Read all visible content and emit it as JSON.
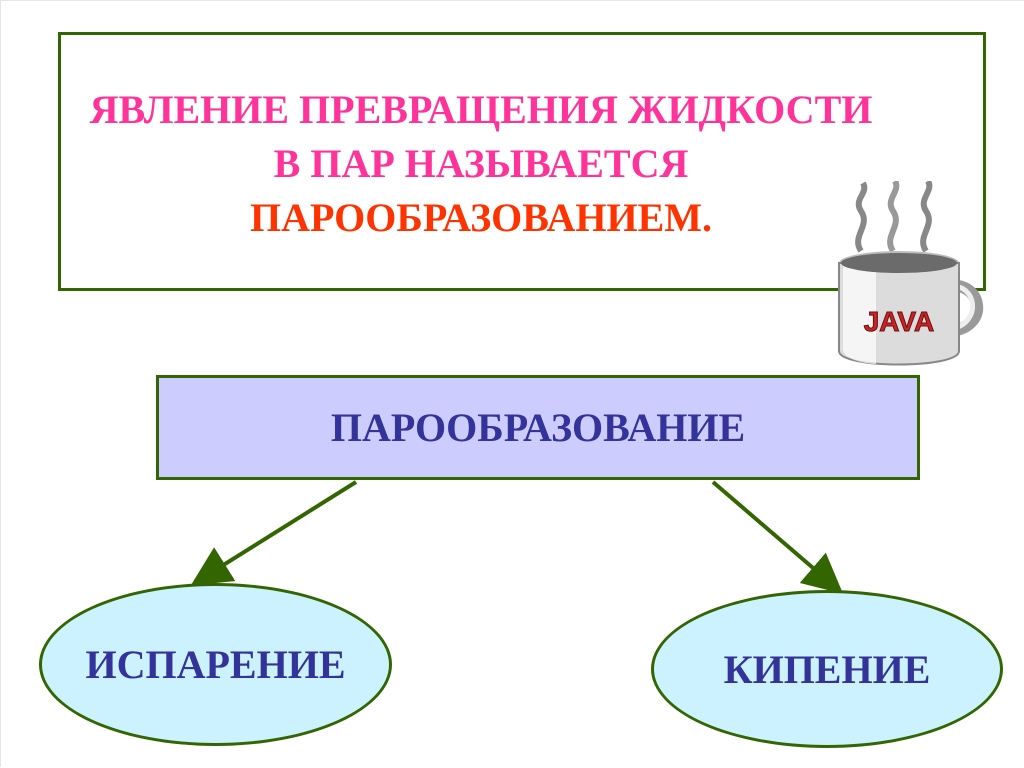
{
  "definition": {
    "line1": "ЯВЛЕНИЕ ПРЕВРАЩЕНИЯ ЖИДКОСТИ",
    "line2": "В ПАР НАЗЫВАЕТСЯ",
    "line3": "ПАРООБРАЗОВАНИЕМ."
  },
  "mug": {
    "label": "JAVA"
  },
  "diagram": {
    "root": "ПАРООБРАЗОВАНИЕ",
    "children": [
      "ИСПАРЕНИЕ",
      "КИПЕНИЕ"
    ]
  },
  "colors": {
    "border": "#336600",
    "pink_text": "#ff3399",
    "red_text": "#ff3300",
    "blue_text": "#333399",
    "root_fill": "#ccccff",
    "child_fill": "#ccf2ff"
  }
}
